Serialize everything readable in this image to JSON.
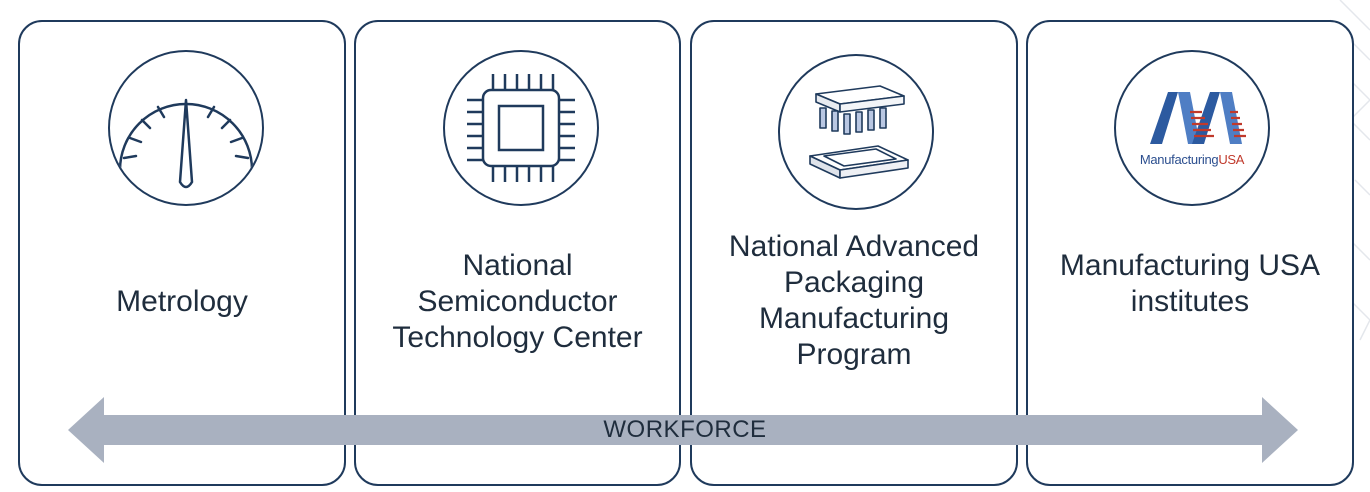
{
  "cards": [
    {
      "label": "Metrology",
      "icon": "gauge-icon"
    },
    {
      "label": "National\nSemiconductor\nTechnology Center",
      "icon": "chip-icon"
    },
    {
      "label": "National Advanced\nPackaging\nManufacturing\nProgram",
      "icon": "packaging-icon"
    },
    {
      "label": "Manufacturing USA\ninstitutes",
      "icon": "manufacturing-usa-logo"
    }
  ],
  "logo": {
    "text_main": "Manufacturing",
    "text_accent": "USA"
  },
  "arrow": {
    "label": "WORKFORCE"
  },
  "colors": {
    "border": "#1f3a5c",
    "arrow": "#a9b1c0",
    "logo_blue": "#2c5aa0",
    "logo_red": "#c0392b"
  }
}
